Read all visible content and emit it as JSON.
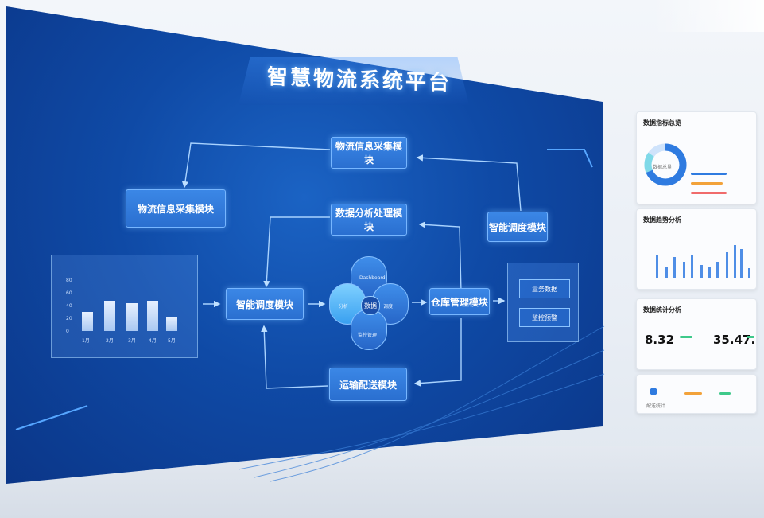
{
  "title": "智慧物流系统平台",
  "nodes": {
    "collect_top": "物流信息采集模块",
    "collect_left": "物流信息采集模块",
    "analysis": "数据分析处理模块",
    "smart_right": "智能调度模块",
    "dispatch": "智能调度模块",
    "warehouse": "仓库管理模块",
    "transport": "运输配送模块"
  },
  "left_chart": {
    "y_ticks": [
      "80",
      "60",
      "40",
      "20",
      "0"
    ],
    "categories": [
      "1月",
      "2月",
      "3月",
      "4月",
      "5月"
    ],
    "values": [
      30,
      48,
      44,
      48,
      22
    ]
  },
  "hub": {
    "top": "Dashboard",
    "left": "分析",
    "right": "调度",
    "bottom": "监控管理",
    "center": "数据"
  },
  "right_panel": {
    "item1": "业务数据",
    "item2": "监控预警"
  },
  "dashboard": {
    "card1_title": "数据指标总览",
    "donut_label": "数据总量",
    "card2_title": "数据趋势分析",
    "card3_title": "数据统计分析",
    "stat1": "8.32",
    "stat2": "35.47.",
    "card4_label1": "配送统计",
    "accent": "#2f7be0",
    "green": "#3ec98a",
    "red": "#f06b6b",
    "orange": "#f2a23a"
  }
}
